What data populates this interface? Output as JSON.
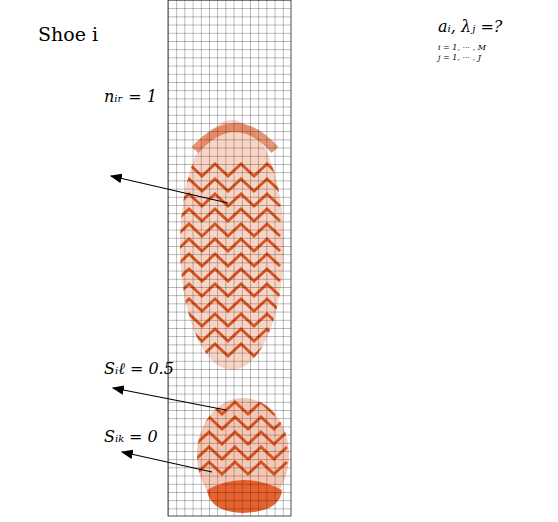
{
  "diagram": {
    "labels": [
      "Shoe i",
      "nᵢᵣ = 1",
      "Sᵢℓ = 0.5",
      "Sᵢₖ = 0",
      "aᵢ, λⱼ =?",
      "i = 1, ··· , M",
      "j = 1, ··· , J"
    ]
  }
}
